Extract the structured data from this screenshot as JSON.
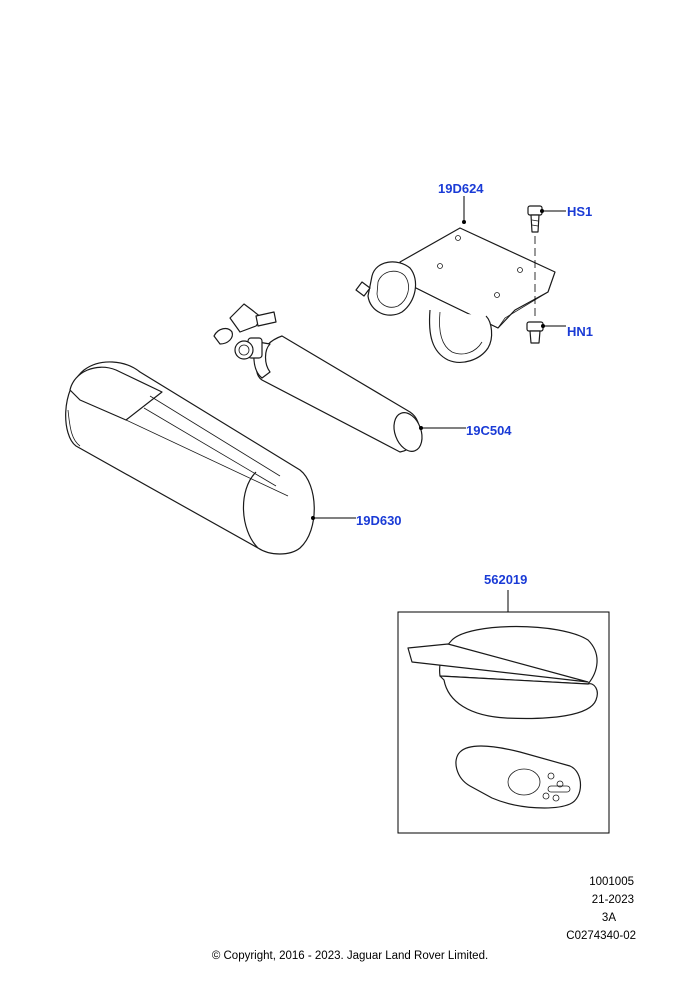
{
  "callouts": {
    "bracket": "19D624",
    "screw": "HS1",
    "nut": "HN1",
    "extinguisher": "19C504",
    "cover": "19D630",
    "kit": "562019"
  },
  "meta": {
    "line1": "1001005",
    "line2": "21-2023",
    "line3": "3A",
    "line4": "C0274340-02"
  },
  "copyright": "© Copyright, 2016 - 2023. Jaguar Land Rover Limited."
}
